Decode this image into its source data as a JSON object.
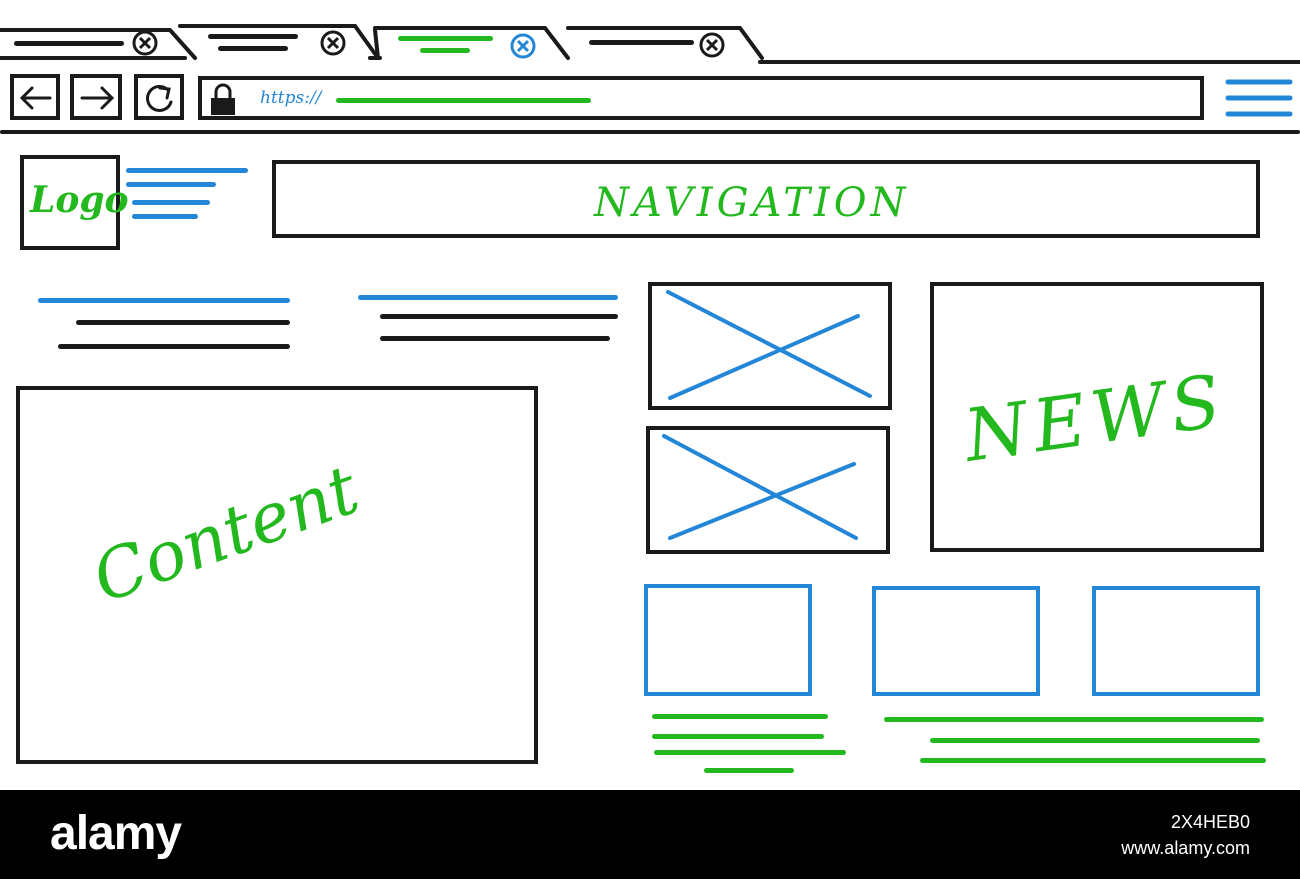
{
  "browser": {
    "tabs": [
      {
        "state": "inactive",
        "close_icon": "close-icon"
      },
      {
        "state": "inactive",
        "close_icon": "close-icon"
      },
      {
        "state": "active",
        "close_icon": "close-icon"
      },
      {
        "state": "inactive",
        "close_icon": "close-icon"
      }
    ],
    "address_bar": {
      "protocol": "https://"
    },
    "buttons": [
      "back-arrow-icon",
      "forward-arrow-icon",
      "reload-icon",
      "lock-icon",
      "hamburger-menu-icon"
    ]
  },
  "header": {
    "logo_label": "Logo",
    "navigation_label": "NAVIGATION"
  },
  "main": {
    "content_label": "Content",
    "news_label": "NEWS"
  },
  "colors": {
    "ink": "#1a1a1a",
    "accent_blue": "#2486d6",
    "accent_green": "#22b81e"
  },
  "watermark": {
    "brand": "alamy",
    "image_id": "2X4HEB0",
    "site": "www.alamy.com"
  }
}
